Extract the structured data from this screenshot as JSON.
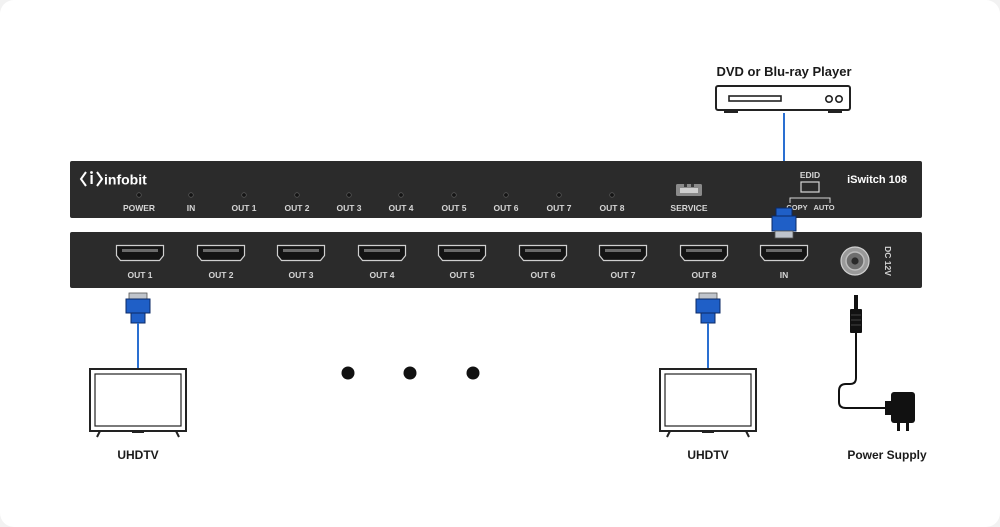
{
  "labels": {
    "source": "DVD or Blu-ray Player",
    "brand": "infobit",
    "model": "iSwitch 108",
    "edid": "EDID",
    "copy": "COPY",
    "auto": "AUTO",
    "service": "SERVICE",
    "power_led": "POWER",
    "in_led": "IN",
    "dc": "DC 12V",
    "tv_left": "UHDTV",
    "tv_right": "UHDTV",
    "power_supply": "Power Supply",
    "in_port": "IN"
  },
  "led_outputs": [
    "OUT 1",
    "OUT 2",
    "OUT 3",
    "OUT 4",
    "OUT 5",
    "OUT 6",
    "OUT 7",
    "OUT 8"
  ],
  "hdmi_outputs": [
    "OUT 1",
    "OUT 2",
    "OUT 3",
    "OUT 4",
    "OUT 5",
    "OUT 6",
    "OUT 7",
    "OUT 8"
  ],
  "colors": {
    "device": "#2b2b2b",
    "cable": "#2a6fd1",
    "connector": "#1f5fc7"
  }
}
